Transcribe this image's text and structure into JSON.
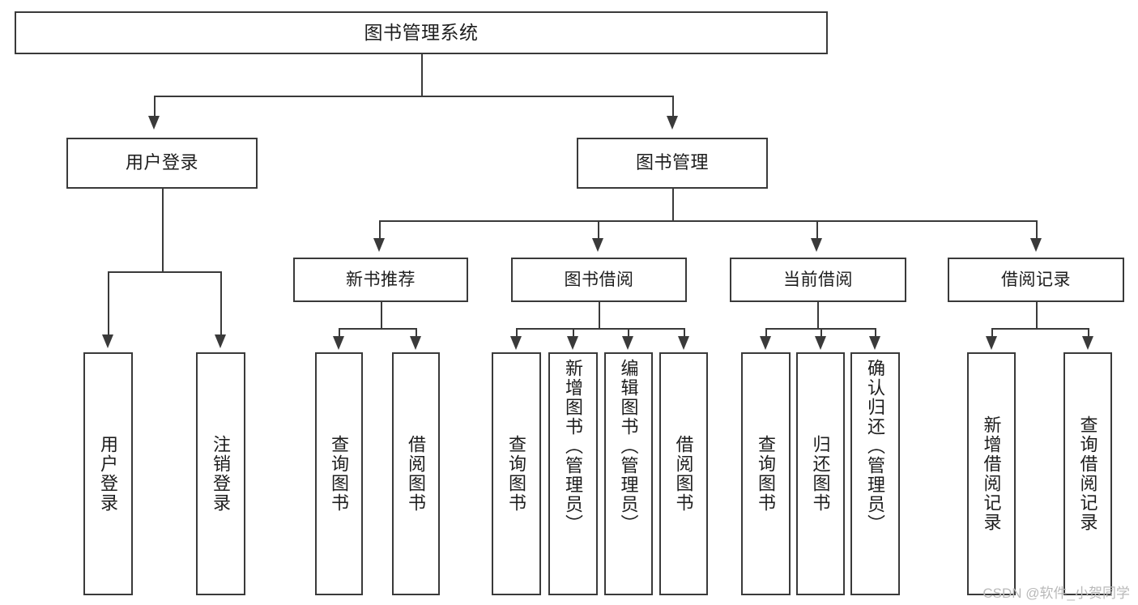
{
  "diagram": {
    "title": "图书管理系统",
    "type": "tree",
    "watermark": "CSDN @软件_小贺同学",
    "colors": {
      "stroke": "#3a3a3a",
      "fill": "#ffffff",
      "text": "#1d1d1d",
      "watermark": "#b9b9b9"
    },
    "nodes": {
      "root": {
        "label": "图书管理系统"
      },
      "level2": [
        {
          "label": "用户登录"
        },
        {
          "label": "图书管理"
        }
      ],
      "level3": [
        {
          "label": "新书推荐"
        },
        {
          "label": "图书借阅"
        },
        {
          "label": "当前借阅"
        },
        {
          "label": "借阅记录"
        }
      ],
      "leaves": [
        {
          "label": "用户登录"
        },
        {
          "label": "注销登录"
        },
        {
          "label": "查询图书"
        },
        {
          "label": "借阅图书"
        },
        {
          "label": "查询图书"
        },
        {
          "label": "新增图书（管理员）"
        },
        {
          "label": "编辑图书（管理员）"
        },
        {
          "label": "借阅图书"
        },
        {
          "label": "查询图书"
        },
        {
          "label": "归还图书"
        },
        {
          "label": "确认归还（管理员）"
        },
        {
          "label": "新增借阅记录"
        },
        {
          "label": "查询借阅记录"
        }
      ]
    }
  }
}
